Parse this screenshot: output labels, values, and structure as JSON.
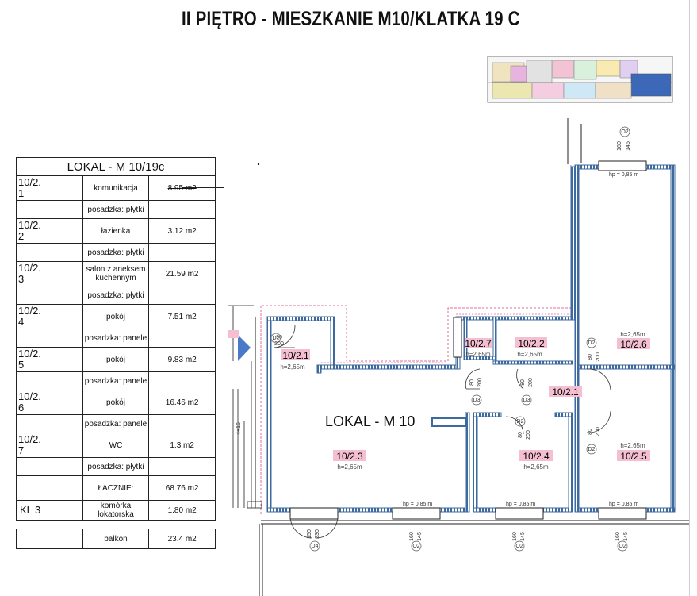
{
  "title": "II PIĘTRO - MIESZKANIE M10/KLATKA 19 C",
  "table": {
    "header": "LOKAL - M 10/19c",
    "rooms": [
      {
        "id": "10/2.\n1",
        "name": "komunikacja",
        "area": "8.95 m2",
        "floor": "posadzka: płytki"
      },
      {
        "id": "10/2.\n2",
        "name": "łazienka",
        "area": "3.12 m2",
        "floor": "posadzka: płytki"
      },
      {
        "id": "10/2.\n3",
        "name": "salon z aneksem kuchennym",
        "area": "21.59 m2",
        "floor": "posadzka: płytki"
      },
      {
        "id": "10/2.\n4",
        "name": "pokój",
        "area": "7.51 m2",
        "floor": "posadzka: panele"
      },
      {
        "id": "10/2.\n5",
        "name": "pokój",
        "area": "9.83 m2",
        "floor": "posadzka: panele"
      },
      {
        "id": "10/2.\n6",
        "name": "pokój",
        "area": "16.46 m2",
        "floor": "posadzka: panele"
      },
      {
        "id": "10/2.\n7",
        "name": "WC",
        "area": "1.3 m2",
        "floor": "posadzka: płytki"
      }
    ],
    "total_label": "ŁACZNIE:",
    "total_area": "68.76 m2",
    "storage_id": "KL 3",
    "storage_name": "komórka lokatorska",
    "storage_area": "1.80 m2",
    "balcony_name": "balkon",
    "balcony_area": "23.4 m2"
  },
  "plan": {
    "unit_label": "LOKAL - M 10",
    "rooms": {
      "r1": {
        "label": "10/2.1",
        "height": "h=2,65m"
      },
      "r2": {
        "label": "10/2.2",
        "height": "h=2,65m"
      },
      "r3": {
        "label": "10/2.3",
        "height": "h=2,65m"
      },
      "r4": {
        "label": "10/2.4",
        "height": "h=2,65m"
      },
      "r5": {
        "label": "10/2.5",
        "height": "h=2,65m"
      },
      "r6": {
        "label": "10/2.6",
        "height": "h=2,65m"
      },
      "r7": {
        "label": "10/2.7",
        "height": "h=2,65m"
      },
      "r1b": {
        "label": "10/2.1"
      }
    },
    "sill": "hp = 0,85 m",
    "window_code": "O2",
    "window_w": "160",
    "window_h": "145",
    "door_codes": {
      "d1": "D1",
      "d2": "D2",
      "d3": "D3",
      "d4": "D4"
    },
    "door_dims": {
      "w90": "90",
      "w80": "80",
      "h200": "200",
      "h230": "230",
      "w150": "150"
    },
    "stair_mark": "4+15"
  },
  "colors": {
    "wall": "#3d6a9e",
    "outer": "#e36d97",
    "label_bg": "#f4bfd1"
  }
}
